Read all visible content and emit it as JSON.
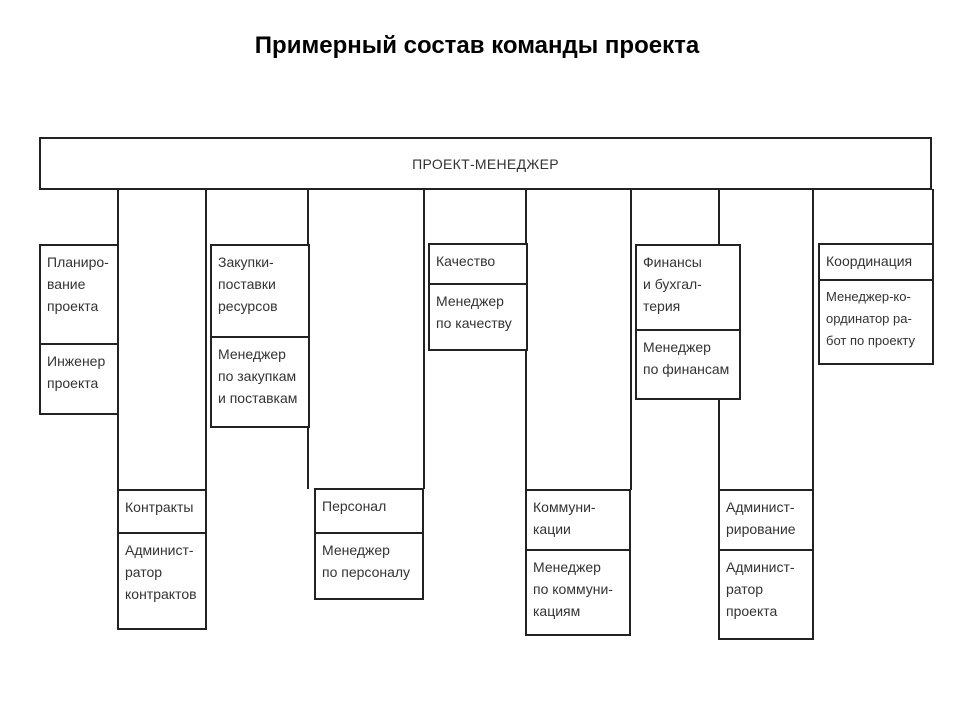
{
  "title": "Примерный состав команды проекта",
  "root": {
    "label": "ПРОЕКТ-МЕНЕДЖЕР"
  },
  "departments": [
    {
      "area": "Планиро-\nвание\nпроекта",
      "role": "Инженер\nпроекта"
    },
    {
      "area": "Контракты",
      "role": "Админист-\nратор\nконтрактов"
    },
    {
      "area": "Закупки-\nпоставки\nресурсов",
      "role": "Менеджер\nпо закупкам\nи поставкам"
    },
    {
      "area": "Персонал",
      "role": "Менеджер\nпо персоналу"
    },
    {
      "area": "Качество",
      "role": "Менеджер\nпо качеству"
    },
    {
      "area": "Коммуни-\nкации",
      "role": "Менеджер\nпо коммуни-\nкациям"
    },
    {
      "area": "Финансы\nи бухгал-\nтерия",
      "role": "Менеджер\nпо финансам"
    },
    {
      "area": "Админист-\nрирование",
      "role": "Админист-\nратор\nпроекта"
    },
    {
      "area": "Координация",
      "role": "Менеджер-ко-\nординатор ра-\nбот по проекту"
    }
  ]
}
